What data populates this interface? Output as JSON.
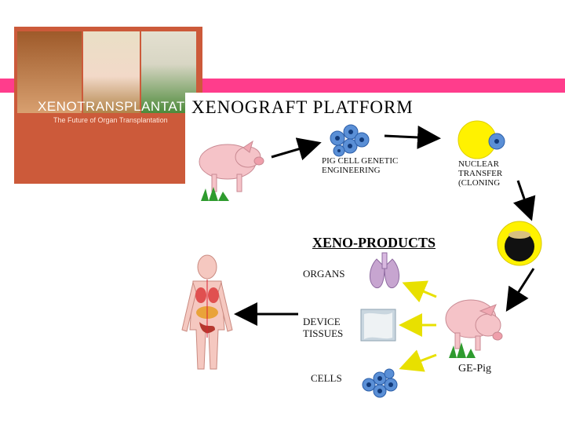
{
  "cover": {
    "title": "XENOTRANSPLANTATION",
    "subtitle": "The Future of Organ Transplantation"
  },
  "diagram": {
    "title": "XENOGRAFT  PLATFORM",
    "steps": {
      "genetic_engineering": "PIG CELL GENETIC\nENGINEERING",
      "nuclear_transfer": "NUCLEAR\nTRANSFER\n(CLONING"
    },
    "products": {
      "title": "XENO-PRODUCTS",
      "organs": "ORGANS",
      "device_tissues": "DEVICE\nTISSUES",
      "cells": "CELLS"
    },
    "ge_pig_label": "GE-Pig"
  },
  "colors": {
    "accent_bar": "#ff3d8c",
    "cover_bg": "#cc5a3a",
    "pig": "#f5c3c8",
    "grass": "#2e9b2e",
    "egg": "#fff200",
    "cell": "#5a8fd6",
    "product_arrow": "#e8e000"
  }
}
